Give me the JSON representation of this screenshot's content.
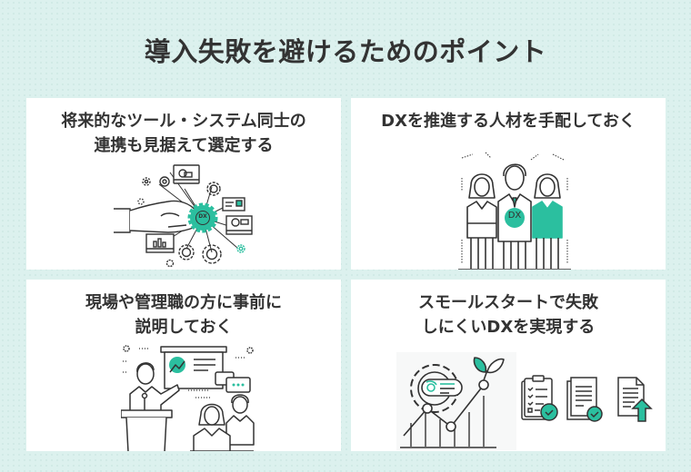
{
  "page": {
    "title": "導入失敗を避けるためのポイント"
  },
  "colors": {
    "background": "#dcf1ee",
    "card": "#ffffff",
    "text": "#333333",
    "accent": "#2bbf9f",
    "line": "#333333"
  },
  "points": [
    {
      "title_lines": [
        "将来的なツール・システム同士の",
        "連携も見据えて選定する"
      ],
      "illustration": "hand-gear-network-icon",
      "badge": "DX"
    },
    {
      "title_lines": [
        "DXを推進する人材を手配しておく"
      ],
      "illustration": "team-people-icon",
      "badge": "DX"
    },
    {
      "title_lines": [
        "現場や管理職の方に事前に",
        "説明しておく"
      ],
      "illustration": "presentation-icon",
      "badge": ""
    },
    {
      "title_lines": [
        "スモールスタートで失敗",
        "しにくいDXを実現する"
      ],
      "illustration": "growth-chart-documents-icon",
      "badge": ""
    }
  ]
}
